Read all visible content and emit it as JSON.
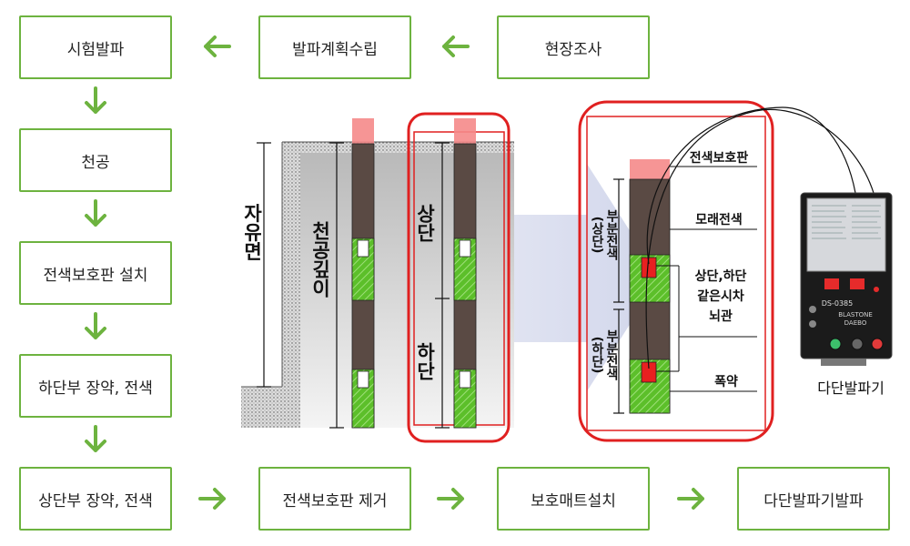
{
  "colors": {
    "accent_green": "#6db33f",
    "highlight_red": "#e02020",
    "stemming_brown": "#5a4a44",
    "charge_green": "#5cbf2a",
    "protector_pink": "#f08a8a"
  },
  "flow_steps": {
    "site_survey": "현장조사",
    "blast_plan": "발파계획수립",
    "test_blast": "시험발파",
    "drilling": "천공",
    "protector_install": "전색보호판 설치",
    "lower_charge": "하단부 장약, 전색",
    "upper_charge": "상단부 장약, 전색",
    "protector_remove": "전색보호판 제거",
    "mat_install": "보호매트설치",
    "multi_blast": "다단발파기발파"
  },
  "diagram": {
    "free_face": "자유면",
    "drill_depth": "천공깊이",
    "upper": "상단",
    "lower": "하단",
    "detail": {
      "protector": "전색보호판",
      "sand_stemming": "모래전색",
      "upper_partial": "부분전색",
      "upper_tag": "(상단)",
      "lower_partial": "부분전색",
      "lower_tag": "(하단)",
      "same_delay_line1": "상단,하단",
      "same_delay_line2": "같은시차",
      "same_delay_line3": "뇌관",
      "explosive": "폭약"
    },
    "device": {
      "label": "다단발파기",
      "model": "DS-0385",
      "brand_line1": "BLASTONE",
      "brand_line2": "DAEBO"
    }
  }
}
